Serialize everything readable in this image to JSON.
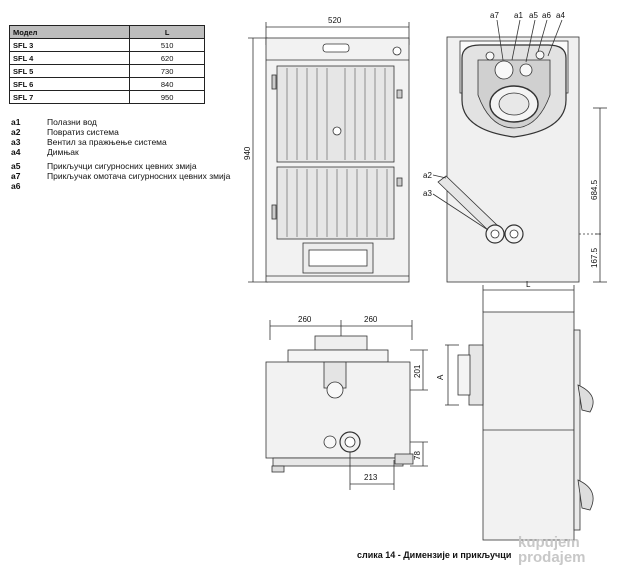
{
  "table": {
    "header_model": "Модел",
    "header_l": "L",
    "rows": [
      {
        "model": "SFL 3",
        "l": "510"
      },
      {
        "model": "SFL 4",
        "l": "620"
      },
      {
        "model": "SFL 5",
        "l": "730"
      },
      {
        "model": "SFL 6",
        "l": "840"
      },
      {
        "model": "SFL 7",
        "l": "950"
      }
    ]
  },
  "legend": [
    {
      "key": "a1",
      "text": "Полазни вод"
    },
    {
      "key": "a2",
      "text": "Повратиз система"
    },
    {
      "key": "a3",
      "text": "Вентил за пражњење система"
    },
    {
      "key": "a4",
      "text": "Димњак"
    },
    {
      "key": "a5 - a6",
      "text": "Прикључци сигурносних цевних змија"
    },
    {
      "key": "a7",
      "text": "Прикључак омотача сигурносних цевних змија"
    }
  ],
  "dimensions": {
    "width_top": "520",
    "height_total": "940",
    "height_side": "684.5",
    "height_bottom": "167.5",
    "depth_left": "260",
    "depth_right": "260",
    "dim_201": "201",
    "dim_213": "213",
    "dim_78": "78",
    "dim_a": "A",
    "dim_l": "L"
  },
  "callouts": {
    "a1": "a1",
    "a2": "a2",
    "a3": "a3",
    "a4": "a4",
    "a5": "a5",
    "a6": "a6",
    "a7": "a7"
  },
  "caption": "слика 14 - Димензије и прикључци",
  "watermark": {
    "line1": "kupujem",
    "line2": "prodajem"
  }
}
